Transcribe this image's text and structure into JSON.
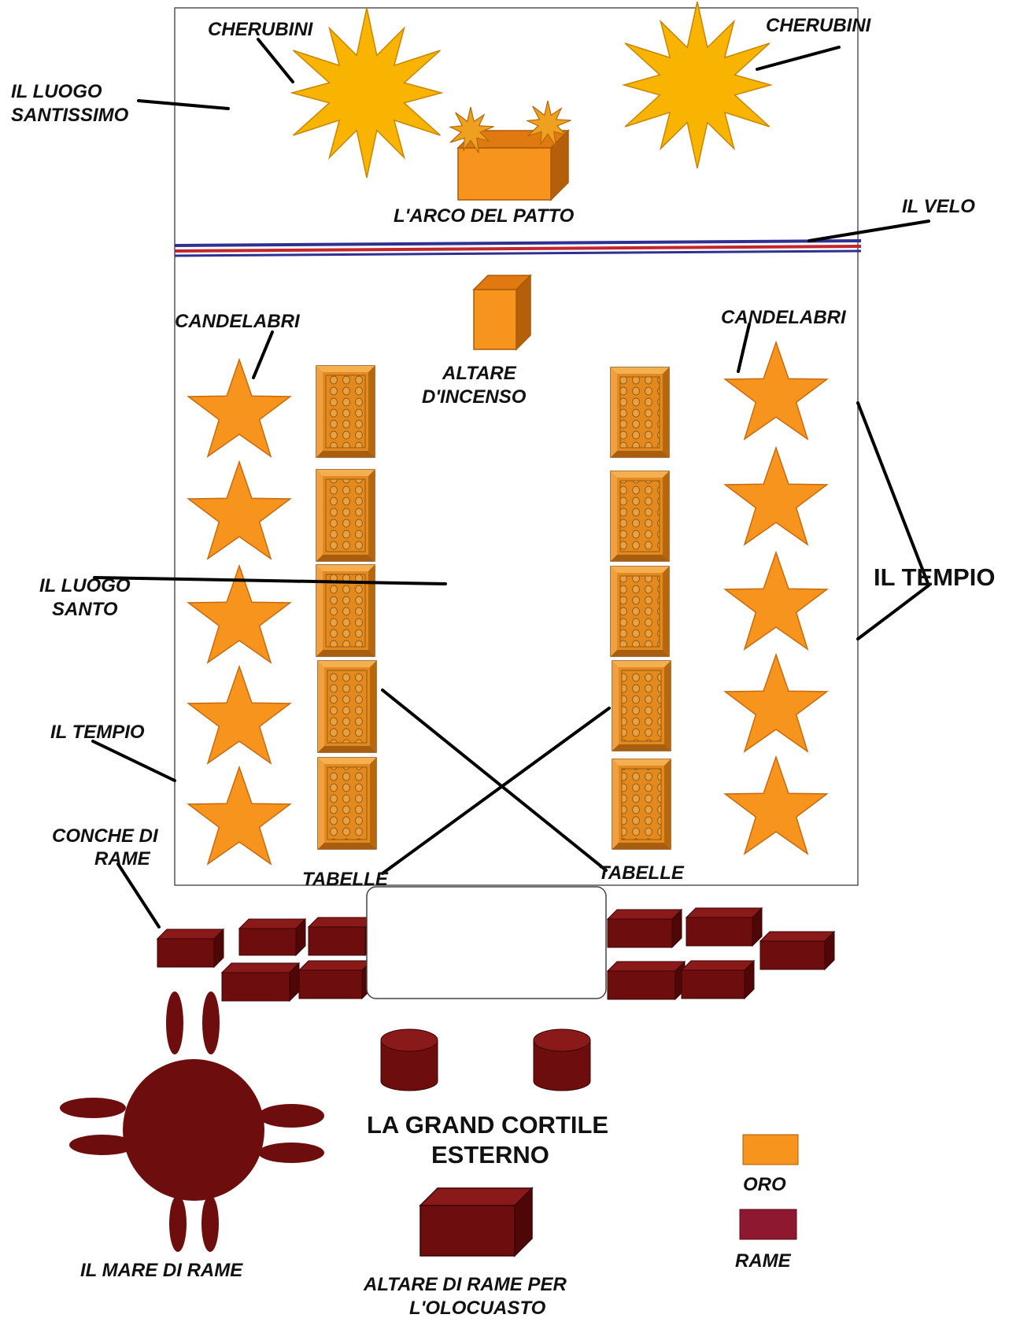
{
  "labels": {
    "cherubini_left": "CHERUBINI",
    "cherubini_right": "CHERUBINI",
    "luogo_santissimo_1": "IL LUOGO",
    "luogo_santissimo_2": "SANTISSIMO",
    "arco": "L'ARCO DEL PATTO",
    "velo": "IL VELO",
    "candelabri_left": "CANDELABRI",
    "candelabri_right": "CANDELABRI",
    "altare_incenso_1": "ALTARE",
    "altare_incenso_2": "D'INCENSO",
    "luogo_santo_1": "IL LUOGO",
    "luogo_santo_2": "SANTO",
    "tempio_left": "IL TEMPIO",
    "tempio_right": "IL TEMPIO",
    "conche_1": "CONCHE DI",
    "conche_2": "RAME",
    "tabelle_left": "TABELLE",
    "tabelle_right": "TABELLE",
    "cortile_1": "LA GRAND CORTILE",
    "cortile_2": "ESTERNO",
    "mare": "IL MARE DI RAME",
    "altare_rame_1": "ALTARE DI RAME PER",
    "altare_rame_2": "L'OLOCUASTO",
    "legend_oro": "ORO",
    "legend_rame": "RAME"
  },
  "colors": {
    "gold": "#F8B400",
    "gold_stroke": "#C88600",
    "orange": "#F7941D",
    "orange_dark": "#C96A0E",
    "orange_side": "#B65F0A",
    "copper": "#6E0D0D",
    "copper_top": "#8A1A1A",
    "copper_side": "#4E0606",
    "legend_rame": "#8E1830",
    "veil_blue": "#2E3192",
    "veil_red": "#C1272D"
  },
  "icons": [
    "star-burst",
    "star",
    "box",
    "cylinder",
    "laver"
  ]
}
